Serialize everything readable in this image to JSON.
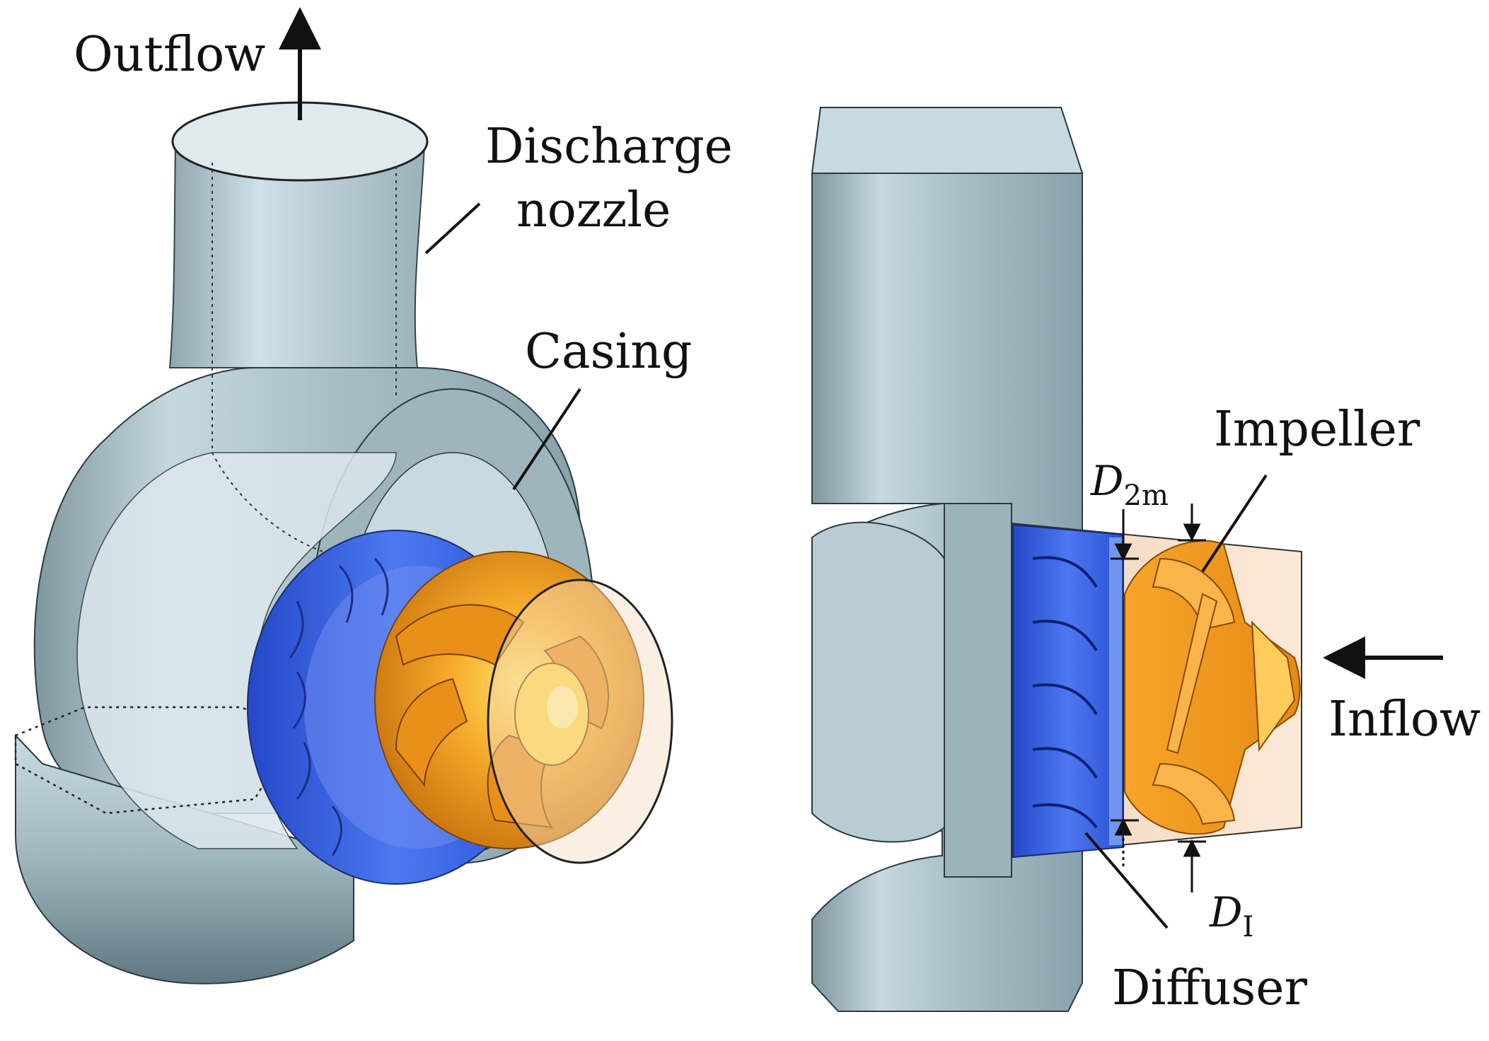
{
  "left_view": {
    "outflow": "Outflow",
    "discharge_line1": "Discharge",
    "discharge_line2": "nozzle",
    "casing": "Casing"
  },
  "right_view": {
    "impeller": "Impeller",
    "inflow": "Inflow",
    "diffuser": "Diffuser",
    "d2m_symbol": "D",
    "d2m_sub": "2m",
    "di_symbol": "D",
    "di_sub": "I"
  },
  "colors": {
    "casing": "#a9bfc8",
    "casing_light": "#d3e2e8",
    "casing_dark": "#6f8791",
    "diffuser": "#3b63e6",
    "impeller": "#f2a020",
    "shroud": "#f5dcc2"
  }
}
